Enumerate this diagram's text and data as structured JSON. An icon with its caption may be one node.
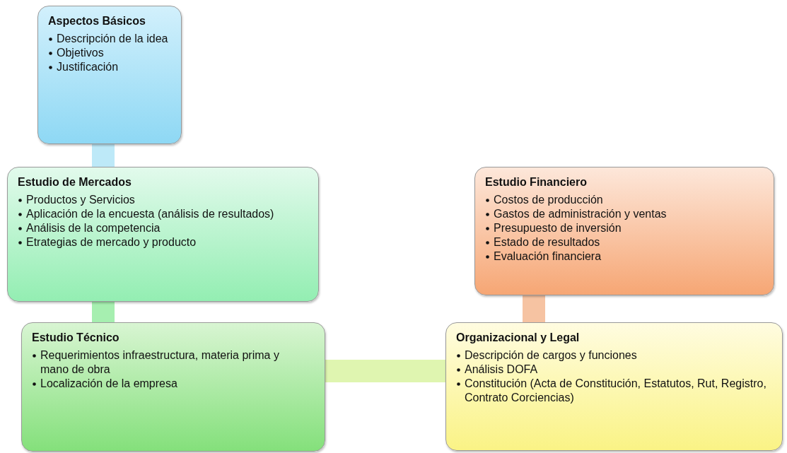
{
  "diagram": {
    "nodes": [
      {
        "text": [
          "Aspectos Básicos",
          "Descripción de la idea",
          "Objetivos",
          "Justificación"
        ]
      },
      {
        "text": [
          "Estudio de Mercados",
          "Productos y Servicios",
          "Aplicación de la encuesta (análisis de resultados)",
          "Análisis de la competencia",
          "Etrategias de mercado y producto"
        ]
      },
      {
        "text": [
          "Estudio Técnico",
          "Requerimientos infraestructura, materia prima y mano de obra",
          "Localización de la empresa"
        ]
      },
      {
        "text": [
          "Estudio Financiero",
          "Costos de producción",
          "Gastos de administración y ventas",
          "Presupuesto de inversión",
          "Estado de resultados",
          "Evaluación financiera"
        ]
      },
      {
        "text": [
          "Organizacional y Legal",
          "Descripción de cargos y funciones",
          "Análisis DOFA",
          "Constitución  (Acta de Constitución, Estatutos, Rut, Registro, Contrato Corciencias)"
        ]
      }
    ],
    "edges": [
      {
        "from": 0,
        "to": 1,
        "arrow": "none",
        "color": "#bde9f8"
      },
      {
        "from": 1,
        "to": 2,
        "arrow": "none",
        "color": "#a6efb0"
      },
      {
        "from": 2,
        "to": 4,
        "arrow": "none",
        "color": "#dff5b0"
      },
      {
        "from": 3,
        "to": 4,
        "arrow": "none",
        "color": "#f6c3a2"
      }
    ]
  }
}
